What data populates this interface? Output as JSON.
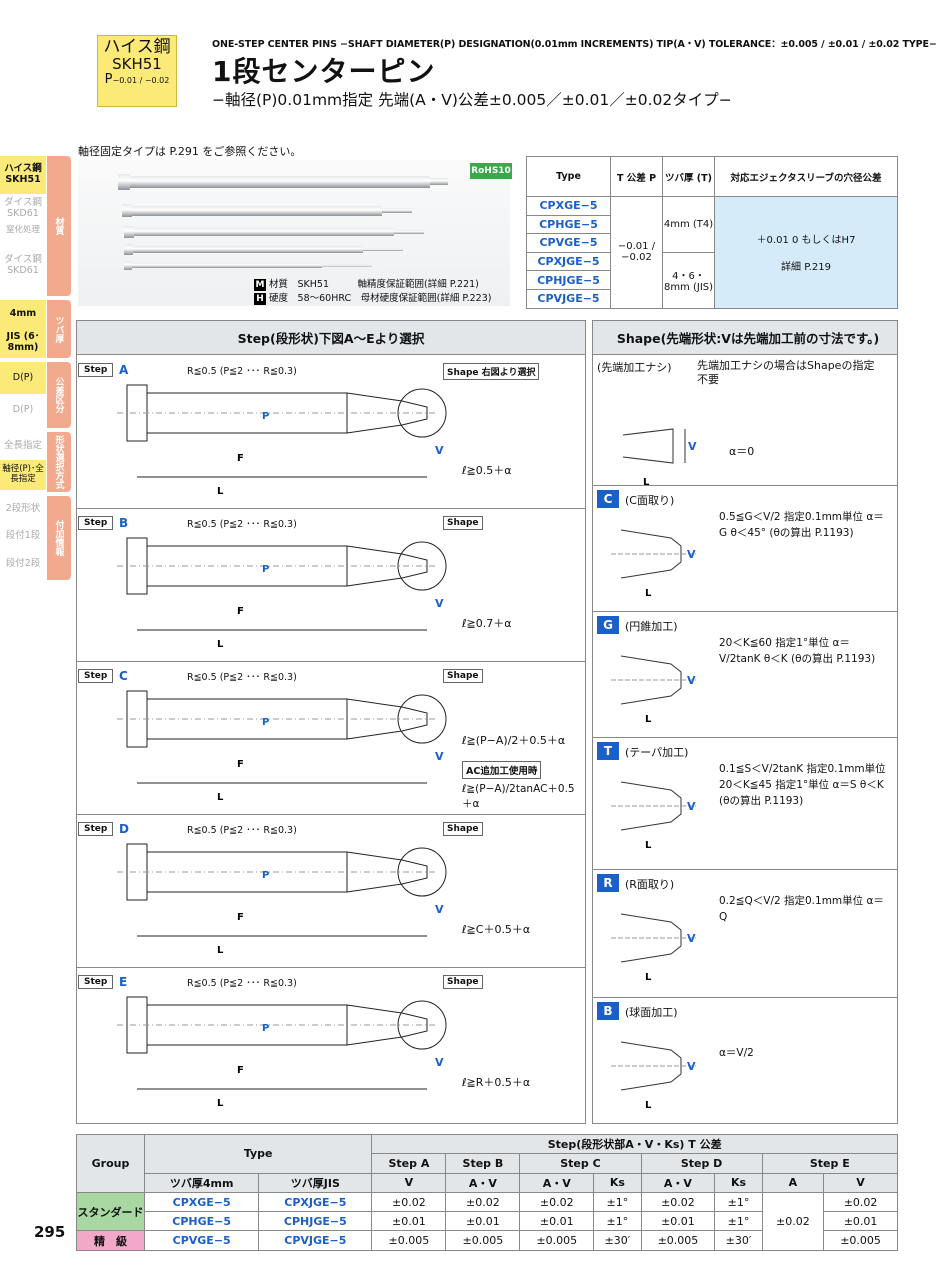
{
  "header": {
    "mat_line1": "ハイス鋼",
    "mat_line2": "SKH51",
    "mat_line3": "P",
    "mat_line3_tol": "−0.01 / −0.02",
    "en_subtitle": "ONE-STEP CENTER PINS −SHAFT DIAMETER(P) DESIGNATION(0.01mm INCREMENTS) TIP(A・V) TOLERANCE：±0.005 / ±0.01 / ±0.02 TYPE−",
    "title": "1段センターピン",
    "subtitle": "−軸径(P)0.01mm指定 先端(A・V)公差±0.005／±0.01／±0.02タイプ−"
  },
  "sidebar": {
    "items": [
      "ハイス鋼 SKH51",
      "ダイス鋼 SKD61",
      "窒化処理",
      "ダイス鋼 SKD61",
      "4mm",
      "JIS (6･8mm)",
      "D(P)",
      "D(P)",
      "全長指定",
      "軸径(P)･全長指定",
      "2段形状",
      "段付1段",
      "段付2段"
    ],
    "tabs": [
      "材質",
      "ツバ厚",
      "公差区分",
      "形状選択方式",
      "付加情報"
    ]
  },
  "note": "軸径固定タイプは P.291 をご参照ください。",
  "rohs": "RoHS10",
  "material": {
    "m_label": "材質",
    "m_value": "SKH51",
    "m_note": "軸精度保証範囲(詳細 P.221)",
    "h_label": "硬度",
    "h_value": "58〜60HRC",
    "h_note": "母材硬度保証範囲(詳細 P.223)"
  },
  "type_table": {
    "headers": [
      "Type",
      "T 公差 P",
      "ツバ厚 (T)",
      "対応エジェクタスリーブの穴径公差"
    ],
    "types": [
      "CPXGE−5",
      "CPHGE−5",
      "CPVGE−5",
      "CPXJGE−5",
      "CPHJGE−5",
      "CPVJGE−5"
    ],
    "p_tol": "−0.01 / −0.02",
    "t1": "4mm (T4)",
    "t2": "4・6・8mm (JIS)",
    "sleeve1": "＋0.01 0 もしくはH7",
    "sleeve2": "詳細 P.219"
  },
  "steps": {
    "title": "Step(段形状)下図A〜Eより選択",
    "labels": [
      "A",
      "B",
      "C",
      "D",
      "E"
    ],
    "rule_a": "ℓ≧0.5＋α",
    "rule_b": "ℓ≧0.7＋α",
    "rule_c": "ℓ≧(P−A)/2＋0.5＋α",
    "rule_c2": "AC追加工使用時",
    "rule_c3": "ℓ≧(P−A)/2tanAC＋0.5＋α",
    "rule_d": "ℓ≧C＋0.5＋α",
    "rule_e": "ℓ≧R＋0.5＋α",
    "r_note": "R≦0.5 (P≦2 ･･･ R≦0.3)",
    "shape_ref": "右図より選択",
    "step_word": "Step",
    "shape_word": "Shape"
  },
  "shapes": {
    "title": "Shape(先端形状:Vは先端加工前の寸法です。)",
    "none_title": "(先端加工ナシ)",
    "none_note": "先端加工ナシの場合はShapeの指定不要",
    "none_alpha": "α＝0",
    "c_name": "(C面取り)",
    "c_rule": "0.5≦G＜V/2 指定0.1mm単位 α＝G θ＜45° (θの算出 P.1193)",
    "g_name": "(円錐加工)",
    "g_rule": "20＜K≦60 指定1°単位 α＝V/2tanK θ＜K (θの算出 P.1193)",
    "t_name": "(テーパ加工)",
    "t_rule": "0.1≦S＜V/2tanK 指定0.1mm単位 20＜K≦45 指定1°単位 α＝S θ＜K (θの算出 P.1193)",
    "r_name": "(R面取り)",
    "r_rule": "0.2≦Q＜V/2 指定0.1mm単位 α＝Q",
    "b_name": "(球面加工)",
    "b_rule": "α＝V/2",
    "labels": [
      "C",
      "G",
      "T",
      "R",
      "B"
    ]
  },
  "bottom": {
    "group": "Group",
    "type": "Type",
    "step_hdr": "Step(段形状部A・V・Ks) T 公差",
    "sub": [
      "ツバ厚4mm",
      "ツバ厚JIS"
    ],
    "cols": [
      "V",
      "A・V",
      "A・V",
      "Ks",
      "A・V",
      "Ks",
      "A",
      "V"
    ],
    "rows": [
      [
        "スタンダード",
        "CPXGE−5",
        "CPXJGE−5",
        "±0.02",
        "±0.02",
        "±0.02",
        "±1°",
        "±0.02",
        "±1°",
        "±0.02",
        "±0.02"
      ],
      [
        "",
        "CPHGE−5",
        "CPHJGE−5",
        "±0.01",
        "±0.01",
        "±0.01",
        "±1°",
        "±0.01",
        "±1°",
        "",
        "±0.01"
      ],
      [
        "精　級",
        "CPVGE−5",
        "CPVJGE−5",
        "±0.005",
        "±0.005",
        "±0.005",
        "±30′",
        "±0.005",
        "±30′",
        "",
        "±0.005"
      ]
    ]
  },
  "page_number": "295"
}
